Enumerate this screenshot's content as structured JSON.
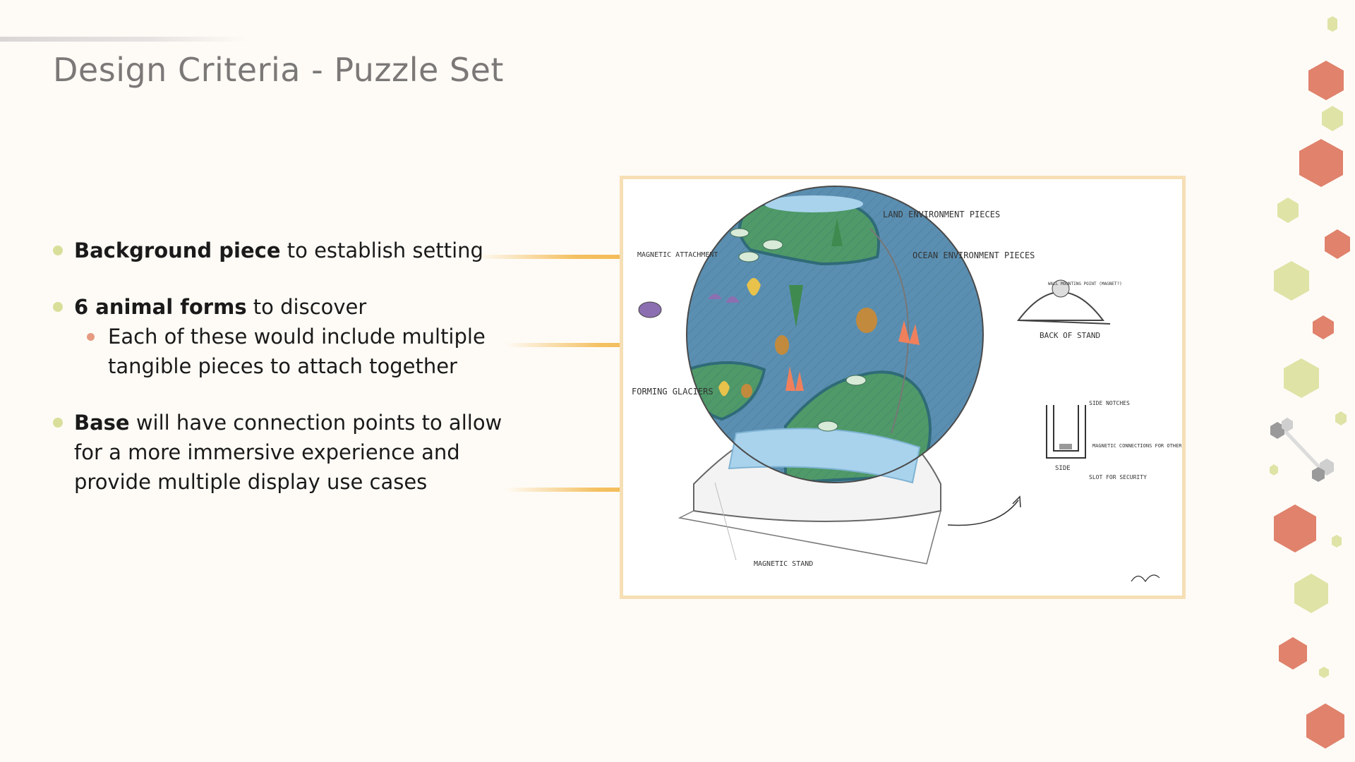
{
  "slide": {
    "title": "Design Criteria - Puzzle Set",
    "bullets": [
      {
        "bold": "Background piece",
        "rest": " to establish setting"
      },
      {
        "bold": "6 animal forms",
        "rest": " to discover",
        "sub": "Each of these would include multiple tangible pieces to attach together"
      },
      {
        "bold": "Base",
        "rest": " will have connection points to allow for a more immersive experience and provide multiple display use cases"
      }
    ]
  },
  "sketch": {
    "labels": {
      "land": "LAND ENVIRONMENT PIECES",
      "ocean": "OCEAN ENVIRONMENT PIECES",
      "magnetic_attachment": "MAGNETIC ATTACHMENT",
      "forming_glaciers": "FORMING GLACIERS",
      "magnetic_stand": "MAGNETIC STAND",
      "wall_mounting": "WALL MOUNTING POINT (MAGNET?)",
      "back_of_stand": "BACK OF STAND",
      "side_notches": "SIDE NOTCHES",
      "magnetic_connections": "MAGNETIC CONNECTIONS FOR OTHER SETS",
      "side": "SIDE",
      "slot": "SLOT FOR SECURITY"
    }
  },
  "colors": {
    "title": "#7b7878",
    "bullet_dot": "#d9df9a",
    "sub_dot": "#e69a82",
    "connector": "#f1b040",
    "frame_border": "#f6dfb5",
    "ocean": "#5b8fb2",
    "land": "#4f9a68",
    "glacier": "#a9d3ec",
    "deco_coral": "#e0826c",
    "deco_lime": "#dfe3a6"
  }
}
